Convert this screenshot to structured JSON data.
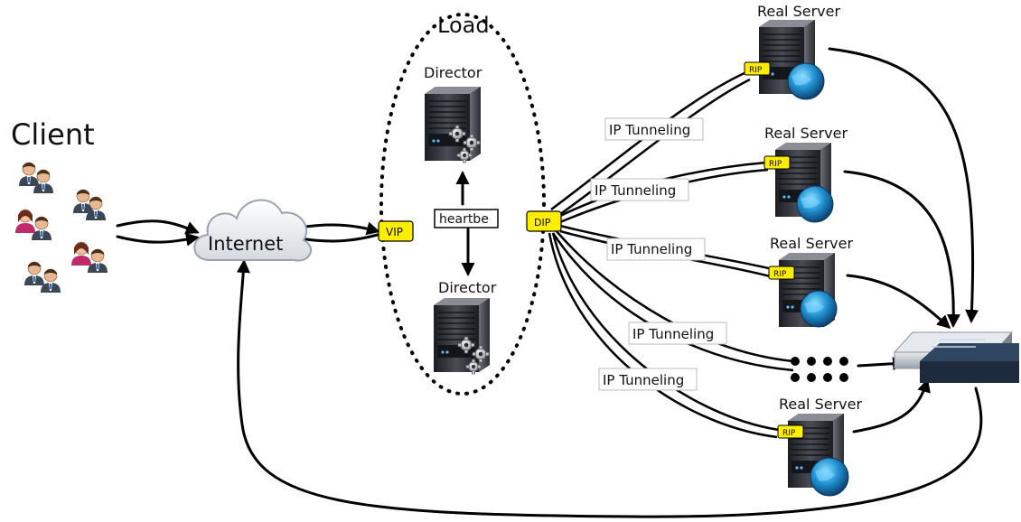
{
  "labels": {
    "client": "Client",
    "internet": "Internet",
    "load": "Load",
    "director_top": "Director",
    "director_bottom": "Director",
    "heartbeat": "heartbe",
    "vip": "VIP",
    "dip": "DIP",
    "real_server_1": "Real Server",
    "real_server_2": "Real Server",
    "real_server_3": "Real Server",
    "real_server_4": "Real Server",
    "rip_1": "RIP",
    "rip_2": "RIP",
    "rip_3": "RIP",
    "rip_4": "RIP",
    "tunnel_1": "IP Tunneling",
    "tunnel_2": "IP Tunneling",
    "tunnel_3": "IP Tunneling",
    "tunnel_4": "IP Tunneling",
    "tunnel_5": "IP Tunneling"
  },
  "icons": {
    "client": "user-group-icon",
    "internet": "cloud-icon",
    "director": "server-gear-icon",
    "real_server": "server-globe-icon",
    "switch": "network-switch-icon"
  },
  "colors": {
    "badge": "#ffee00",
    "server_dark": "#2b2d33",
    "globe": "#1f8fcf",
    "line": "#000000"
  }
}
